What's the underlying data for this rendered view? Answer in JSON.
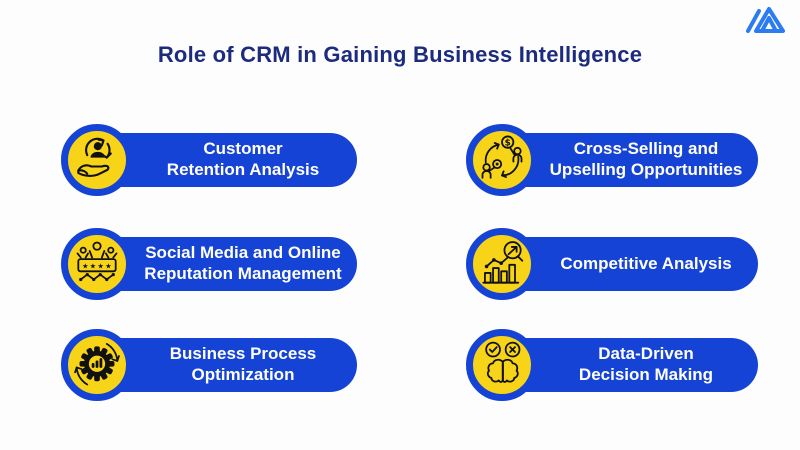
{
  "header": {
    "title": "Role of CRM in Gaining Business Intelligence",
    "logo_icon": "mountain-logo-icon"
  },
  "theme": {
    "page_bg": "#FDFDFD",
    "title_color": "#1C2B7E",
    "pill_color": "#1543D6",
    "badge_fill": "#F7D417",
    "label_color": "#FFFFFF",
    "logo_color": "#2B7BF3",
    "icon_stroke": "#111111"
  },
  "cards": [
    {
      "label": "Customer\nRetention Analysis",
      "icon": "customer-retention-icon"
    },
    {
      "label": "Cross-Selling and\nUpselling Opportunities",
      "icon": "cross-selling-upselling-icon"
    },
    {
      "label": "Social Media and Online\nReputation Management",
      "icon": "social-reputation-icon"
    },
    {
      "label": "Competitive Analysis",
      "icon": "competitive-analysis-icon"
    },
    {
      "label": "Business Process\nOptimization",
      "icon": "process-optimization-icon"
    },
    {
      "label": "Data-Driven\nDecision Making",
      "icon": "decision-making-icon"
    }
  ]
}
